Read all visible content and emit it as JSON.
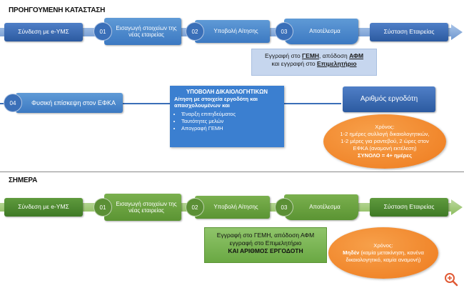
{
  "previous": {
    "heading": "ΠΡΟΗΓΟΥΜΕΝΗ ΚΑΤΑΣΤΑΣΗ",
    "login": "Σύνδεση με e-ΥΜΣ",
    "step1_num": "01",
    "step1": "Εισαγωγή στοιχείων της νέας εταιρείας",
    "step2_num": "02",
    "step2": "Υποβολή Αίτησης",
    "step3_num": "03",
    "step3": "Αποτέλεσμα",
    "final": "Σύσταση Εταιρείας",
    "result_prefix": "Εγγραφή στο ",
    "result_gemh": "ΓΕΜΗ",
    "result_mid": ", απόδοση ",
    "result_afm": "ΑΦΜ",
    "result_line2_prefix": "και εγγραφή στο ",
    "result_chamber": "Επιμελητήριο",
    "step4_num": "04",
    "step4": "Φυσική επίσκεψη στον ΕΦΚΑ",
    "docs_title": "ΥΠΟΒΟΛΗ ΔΙΚΑΙΟΛΟΓΗΤΙΚΩΝ",
    "docs_subtitle": "Αίτηση με στοιχεία εργοδότη και απασχολουμένων και",
    "docs_items": [
      "Έναρξη επιτηδεύματος",
      "Ταυτότητες μελών",
      "Απογραφή ΓΕΜΗ"
    ],
    "employer_number": "Αριθμός εργοδότη",
    "time_title": "Χρόνος:",
    "time_body": "1-2 ημέρες συλλογή δικαιολογητικών, 1-2 μέρες για ραντεβού, 2 ώρες στον ΕΦΚΑ (αναμονή εκτέλεση)",
    "time_total": "ΣΥΝΟΛΟ = 4+ ημέρες"
  },
  "today": {
    "heading": "ΣΗΜΕΡΑ",
    "login": "Σύνδεση με e-ΥΜΣ",
    "step1_num": "01",
    "step1": "Εισαγωγή στοιχείων της νέας εταιρείας",
    "step2_num": "02",
    "step2": "Υποβολή Αίτησης",
    "step3_num": "03",
    "step3": "Αποτέλεσμα",
    "final": "Σύσταση Εταιρείας",
    "result_line1": "Εγγραφή στο ΓΕΜΗ, απόδοση ΑΦΜ",
    "result_line2": "εγγραφή στο Επιμελητήριο",
    "result_line3": "ΚΑΙ ΑΡΙΘΜΟΣ ΕΡΓΟΔΟΤΗ",
    "time_title": "Χρόνος:",
    "time_value": "Μηδέν",
    "time_body": "(καμία μετακίνηση, κανένα δικαιολογητικό, καμία αναμονή)"
  },
  "colors": {
    "blue": "#2c5aa0",
    "green": "#3f7a26",
    "orange": "#ee7b1e"
  },
  "icons": {
    "zoom": "zoom-in-icon"
  }
}
